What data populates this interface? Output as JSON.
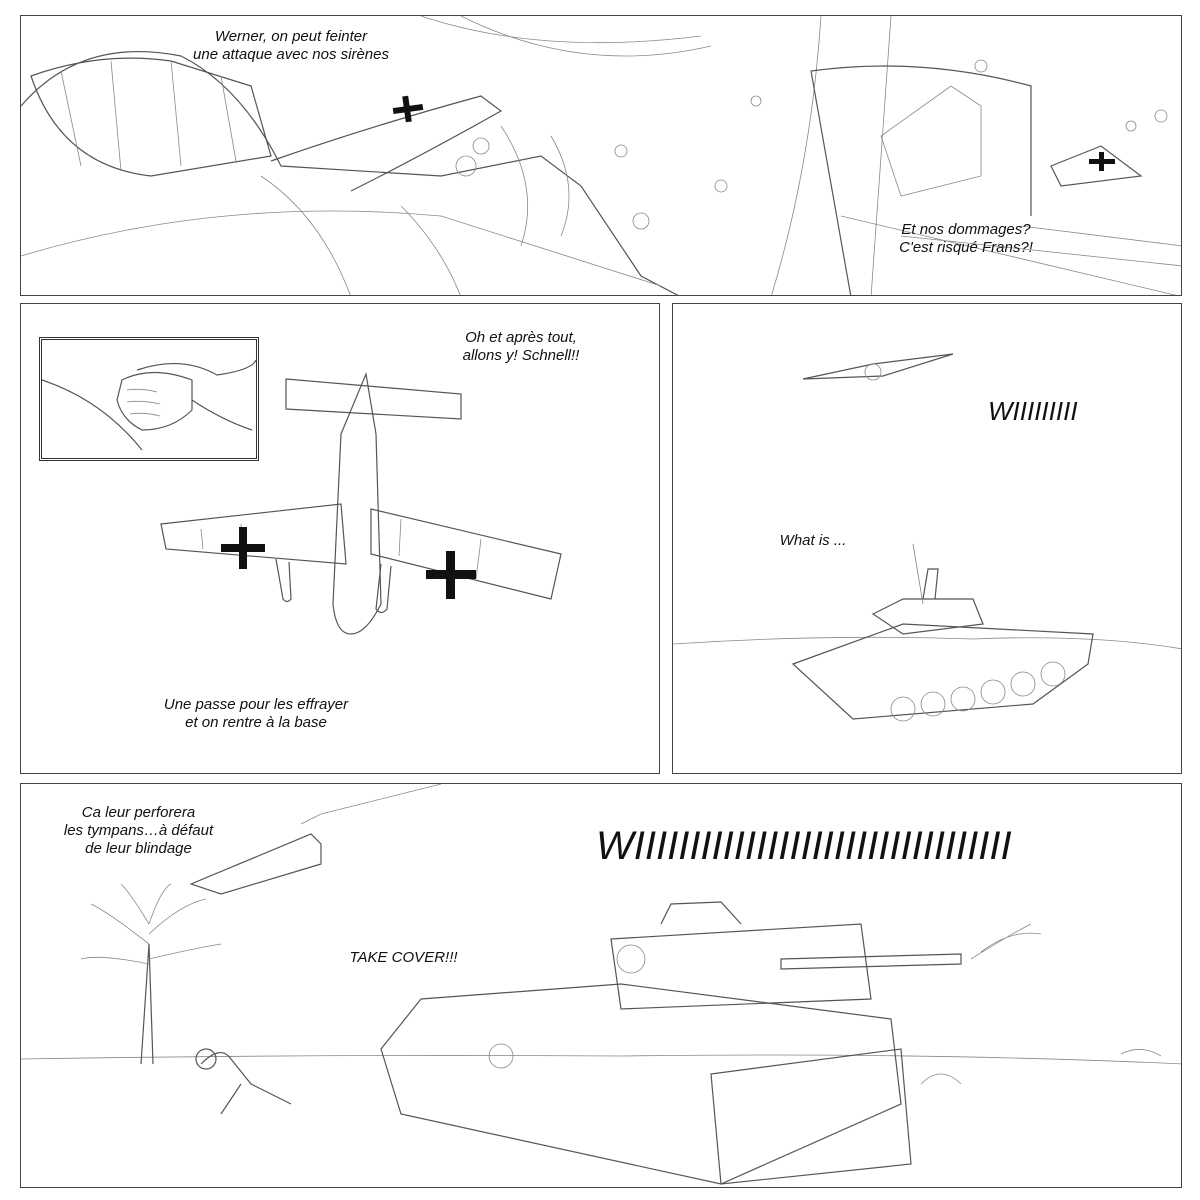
{
  "page": {
    "panels": [
      {
        "id": "p1",
        "bubbles": [
          {
            "text": "Werner, on peut feinter\nune attaque avec nos sirènes"
          },
          {
            "text": "Et nos dommages?\nC'est risqué Frans?!"
          }
        ]
      },
      {
        "id": "p2",
        "bubbles": [
          {
            "text": "Oh et après tout,\nallons y! Schnell!!"
          },
          {
            "text": "Une passe pour les effrayer\net on rentre à la base"
          }
        ]
      },
      {
        "id": "p3",
        "sfx": "WIIIIIIIII",
        "bubbles": [
          {
            "text": "What is ..."
          }
        ]
      },
      {
        "id": "p4",
        "sfx": "WIIIIIIIIIIIIIIIIIIIIIIIIIIIIIIIIII",
        "bubbles": [
          {
            "text": "Ca leur perforera\nles tympans…à défaut\nde leur blindage"
          },
          {
            "text": "TAKE COVER!!!"
          }
        ]
      }
    ]
  }
}
